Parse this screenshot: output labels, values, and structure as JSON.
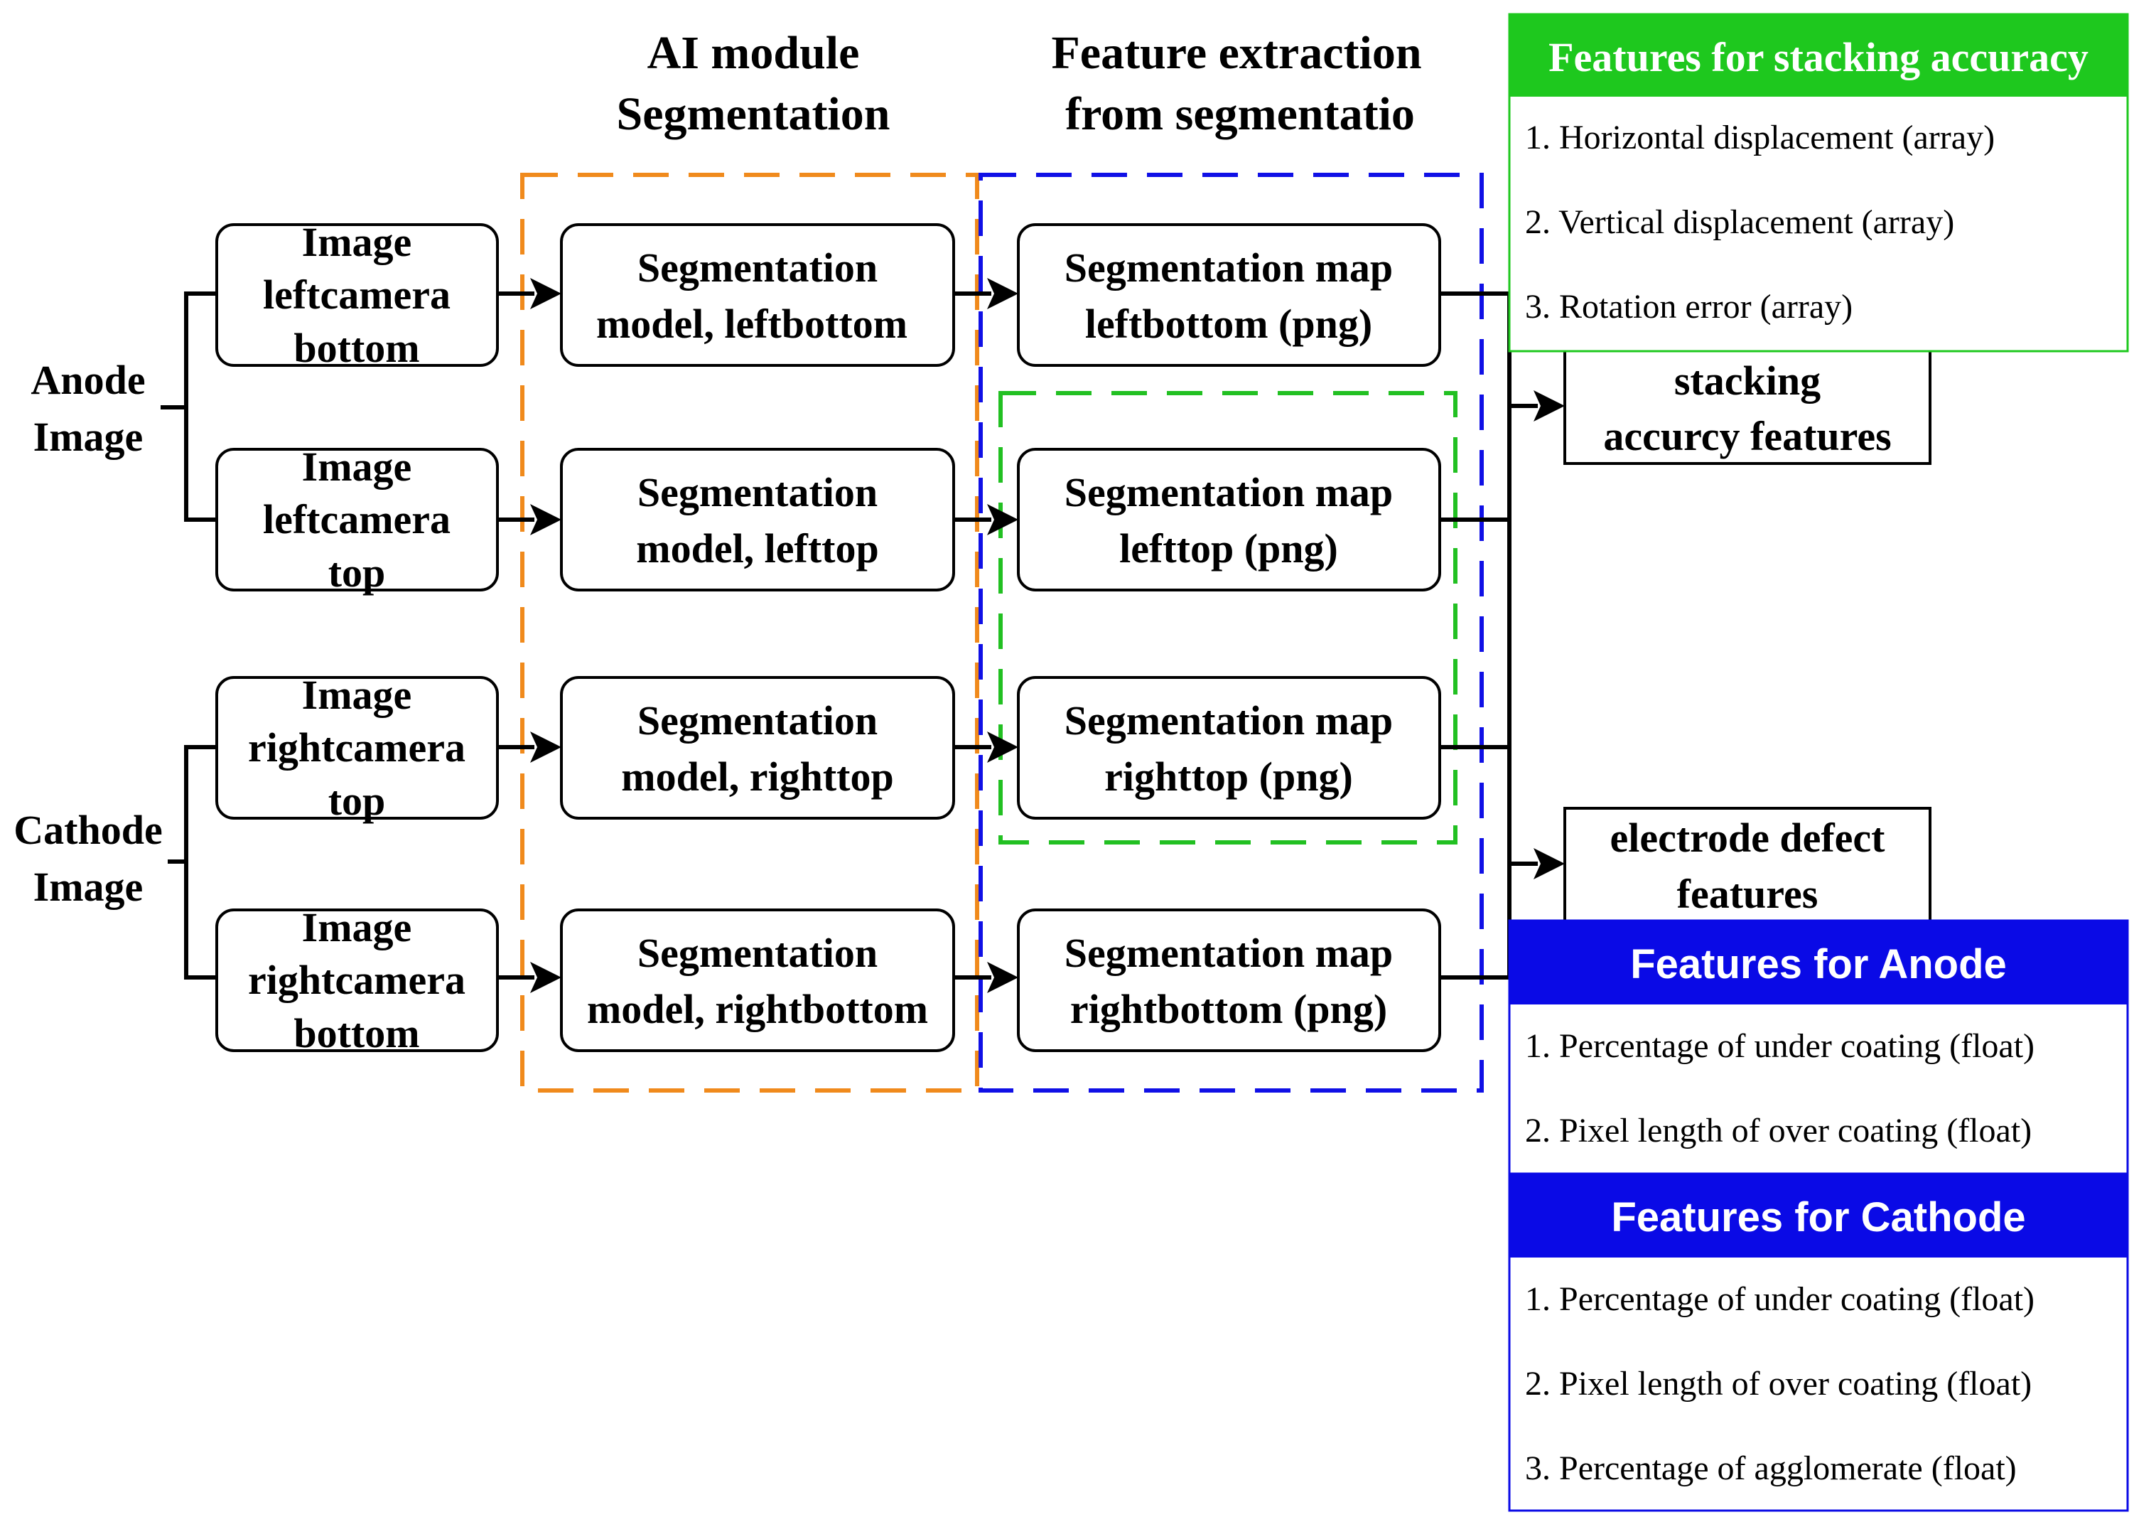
{
  "headers": {
    "ai_module_line1": "AI module",
    "ai_module_line2": "Segmentation",
    "feature_line1": "Feature extraction",
    "feature_line2": "from segmentatio"
  },
  "side_labels": {
    "anode_line1": "Anode",
    "anode_line2": "Image",
    "cathode_line1": "Cathode",
    "cathode_line2": "Image"
  },
  "input_boxes": [
    {
      "line1": "Image",
      "line2": "leftcamera",
      "line3": "bottom"
    },
    {
      "line1": "Image",
      "line2": "leftcamera",
      "line3": "top"
    },
    {
      "line1": "Image",
      "line2": "rightcamera",
      "line3": "top"
    },
    {
      "line1": "Image",
      "line2": "rightcamera",
      "line3": "bottom"
    }
  ],
  "model_boxes": [
    {
      "line1": "Segmentation",
      "line2": "model, leftbottom"
    },
    {
      "line1": "Segmentation",
      "line2": "model, lefttop"
    },
    {
      "line1": "Segmentation",
      "line2": "model, righttop"
    },
    {
      "line1": "Segmentation",
      "line2": "model, rightbottom"
    }
  ],
  "map_boxes": [
    {
      "line1": "Segmentation map",
      "line2": "leftbottom (png)"
    },
    {
      "line1": "Segmentation map",
      "line2": "lefttop (png)"
    },
    {
      "line1": "Segmentation map",
      "line2": "righttop (png)"
    },
    {
      "line1": "Segmentation map",
      "line2": "rightbottom (png)"
    }
  ],
  "outputs": {
    "stacking_line1": "stacking",
    "stacking_line2": "accurcy features",
    "defect_line1": "electrode defect",
    "defect_line2": "features"
  },
  "tables": {
    "stacking": {
      "title": "Features for stacking accuracy",
      "items": [
        "1. Horizontal displacement (array)",
        "2. Vertical displacement (array)",
        "3. Rotation error (array)"
      ]
    },
    "anode": {
      "title": "Features for Anode",
      "items": [
        "1. Percentage of under coating (float)",
        "2. Pixel length of over coating (float)"
      ]
    },
    "cathode": {
      "title": "Features for Cathode",
      "items": [
        "1. Percentage of under coating (float)",
        "2. Pixel length of over coating (float)",
        "3. Percentage of agglomerate (float)"
      ]
    }
  },
  "colors": {
    "orange_dash": "#f08a1c",
    "blue_dash": "#1010e6",
    "green_dash": "#22c022",
    "green_header": "#1ec81e",
    "blue_header": "#0a0ae6"
  }
}
